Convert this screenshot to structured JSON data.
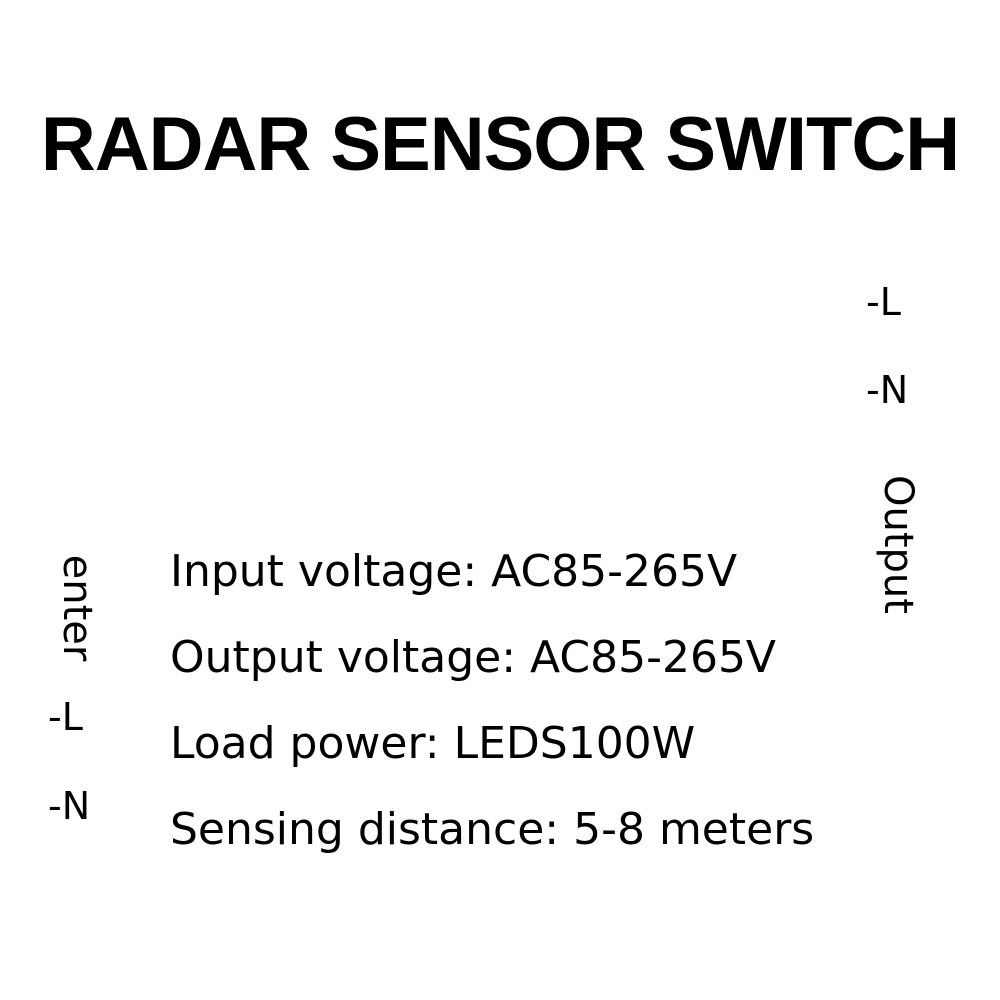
{
  "title": "RADAR SENSOR SWITCH",
  "output": {
    "label": "Output",
    "terminals": [
      "-L",
      "-N"
    ]
  },
  "input": {
    "label": "enter",
    "terminals": [
      "-L",
      "-N"
    ]
  },
  "specs": [
    "Input voltage: AC85-265V",
    "Output voltage: AC85-265V",
    "Load power: LEDS100W",
    "Sensing distance: 5-8 meters"
  ]
}
